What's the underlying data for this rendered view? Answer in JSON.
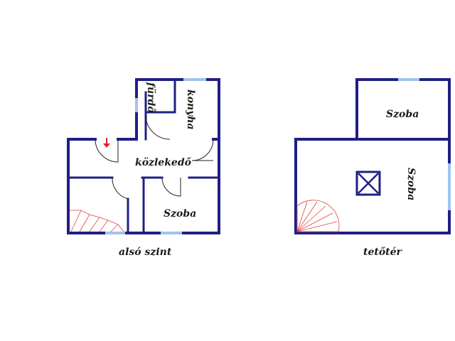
{
  "colors": {
    "wall": "#1f1f86",
    "window": "#9fc4ea",
    "stairs": "#e04545",
    "arrow": "#e02020"
  },
  "ground_floor": {
    "caption": "alsó szint",
    "rooms": {
      "bathroom": "fürdő",
      "kitchen": "konyha",
      "hallway": "közlekedő",
      "room": "Szoba"
    },
    "entrance_icon": "red-down-arrow-icon"
  },
  "attic": {
    "caption": "tetőtér",
    "rooms": {
      "room_top": "Szoba",
      "room_main": "Szoba"
    },
    "hatch_icon": "roof-hatch-icon"
  }
}
